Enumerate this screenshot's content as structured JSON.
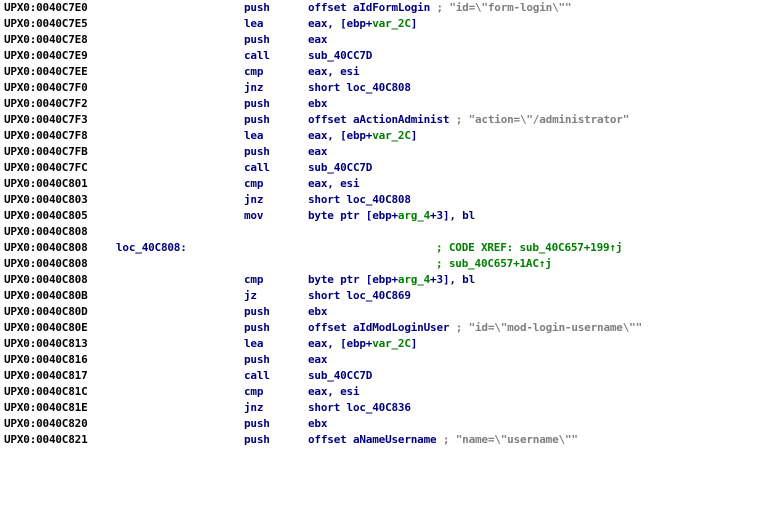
{
  "listing": {
    "lines": [
      {
        "addr": "UPX0:0040C7E0",
        "mnem": "push",
        "ops_a": "offset aIdFormLogin",
        "ops_v": "",
        "ops_b": "",
        "comment": "; \"id=\\\"form-login\\\"\""
      },
      {
        "addr": "UPX0:0040C7E5",
        "mnem": "lea",
        "ops_a": "eax, [ebp+",
        "ops_v": "var_2C",
        "ops_b": "]",
        "comment": ""
      },
      {
        "addr": "UPX0:0040C7E8",
        "mnem": "push",
        "ops_a": "eax",
        "ops_v": "",
        "ops_b": "",
        "comment": ""
      },
      {
        "addr": "UPX0:0040C7E9",
        "mnem": "call",
        "ops_a": "sub_40CC7D",
        "ops_v": "",
        "ops_b": "",
        "comment": ""
      },
      {
        "addr": "UPX0:0040C7EE",
        "mnem": "cmp",
        "ops_a": "eax, esi",
        "ops_v": "",
        "ops_b": "",
        "comment": ""
      },
      {
        "addr": "UPX0:0040C7F0",
        "mnem": "jnz",
        "ops_a": "short loc_40C808",
        "ops_v": "",
        "ops_b": "",
        "comment": ""
      },
      {
        "addr": "UPX0:0040C7F2",
        "mnem": "push",
        "ops_a": "ebx",
        "ops_v": "",
        "ops_b": "",
        "comment": ""
      },
      {
        "addr": "UPX0:0040C7F3",
        "mnem": "push",
        "ops_a": "offset aActionAdminist",
        "ops_v": "",
        "ops_b": "",
        "comment": "; \"action=\\\"/administrator\""
      },
      {
        "addr": "UPX0:0040C7F8",
        "mnem": "lea",
        "ops_a": "eax, [ebp+",
        "ops_v": "var_2C",
        "ops_b": "]",
        "comment": ""
      },
      {
        "addr": "UPX0:0040C7FB",
        "mnem": "push",
        "ops_a": "eax",
        "ops_v": "",
        "ops_b": "",
        "comment": ""
      },
      {
        "addr": "UPX0:0040C7FC",
        "mnem": "call",
        "ops_a": "sub_40CC7D",
        "ops_v": "",
        "ops_b": "",
        "comment": ""
      },
      {
        "addr": "UPX0:0040C801",
        "mnem": "cmp",
        "ops_a": "eax, esi",
        "ops_v": "",
        "ops_b": "",
        "comment": ""
      },
      {
        "addr": "UPX0:0040C803",
        "mnem": "jnz",
        "ops_a": "short loc_40C808",
        "ops_v": "",
        "ops_b": "",
        "comment": ""
      },
      {
        "addr": "UPX0:0040C805",
        "mnem": "mov",
        "ops_a": "byte ptr [ebp+",
        "ops_v": "arg_4",
        "ops_b": "+3], bl",
        "comment": ""
      },
      {
        "addr": "UPX0:0040C808",
        "mnem": "",
        "ops_a": "",
        "ops_v": "",
        "ops_b": "",
        "comment": ""
      },
      {
        "addr": "UPX0:0040C808",
        "label": "loc_40C808:",
        "xref": "; CODE XREF: sub_40C657+199",
        "xref_arrow": "↑",
        "xref_dir": "j"
      },
      {
        "addr": "UPX0:0040C808",
        "xref": "; sub_40C657+1AC",
        "xref_arrow": "↑",
        "xref_dir": "j"
      },
      {
        "addr": "UPX0:0040C808",
        "mnem": "cmp",
        "ops_a": "byte ptr [ebp+",
        "ops_v": "arg_4",
        "ops_b": "+3], bl",
        "comment": ""
      },
      {
        "addr": "UPX0:0040C80B",
        "mnem": "jz",
        "ops_a": "short loc_40C869",
        "ops_v": "",
        "ops_b": "",
        "comment": ""
      },
      {
        "addr": "UPX0:0040C80D",
        "mnem": "push",
        "ops_a": "ebx",
        "ops_v": "",
        "ops_b": "",
        "comment": ""
      },
      {
        "addr": "UPX0:0040C80E",
        "mnem": "push",
        "ops_a": "offset aIdModLoginUser",
        "ops_v": "",
        "ops_b": "",
        "comment": "; \"id=\\\"mod-login-username\\\"\""
      },
      {
        "addr": "UPX0:0040C813",
        "mnem": "lea",
        "ops_a": "eax, [ebp+",
        "ops_v": "var_2C",
        "ops_b": "]",
        "comment": ""
      },
      {
        "addr": "UPX0:0040C816",
        "mnem": "push",
        "ops_a": "eax",
        "ops_v": "",
        "ops_b": "",
        "comment": ""
      },
      {
        "addr": "UPX0:0040C817",
        "mnem": "call",
        "ops_a": "sub_40CC7D",
        "ops_v": "",
        "ops_b": "",
        "comment": ""
      },
      {
        "addr": "UPX0:0040C81C",
        "mnem": "cmp",
        "ops_a": "eax, esi",
        "ops_v": "",
        "ops_b": "",
        "comment": ""
      },
      {
        "addr": "UPX0:0040C81E",
        "mnem": "jnz",
        "ops_a": "short loc_40C836",
        "ops_v": "",
        "ops_b": "",
        "comment": ""
      },
      {
        "addr": "UPX0:0040C820",
        "mnem": "push",
        "ops_a": "ebx",
        "ops_v": "",
        "ops_b": "",
        "comment": ""
      },
      {
        "addr": "UPX0:0040C821",
        "mnem": "push",
        "ops_a": "offset aNameUsername",
        "ops_v": "",
        "ops_b": "",
        "comment": "; \"name=\\\"username\\\"\""
      }
    ]
  }
}
